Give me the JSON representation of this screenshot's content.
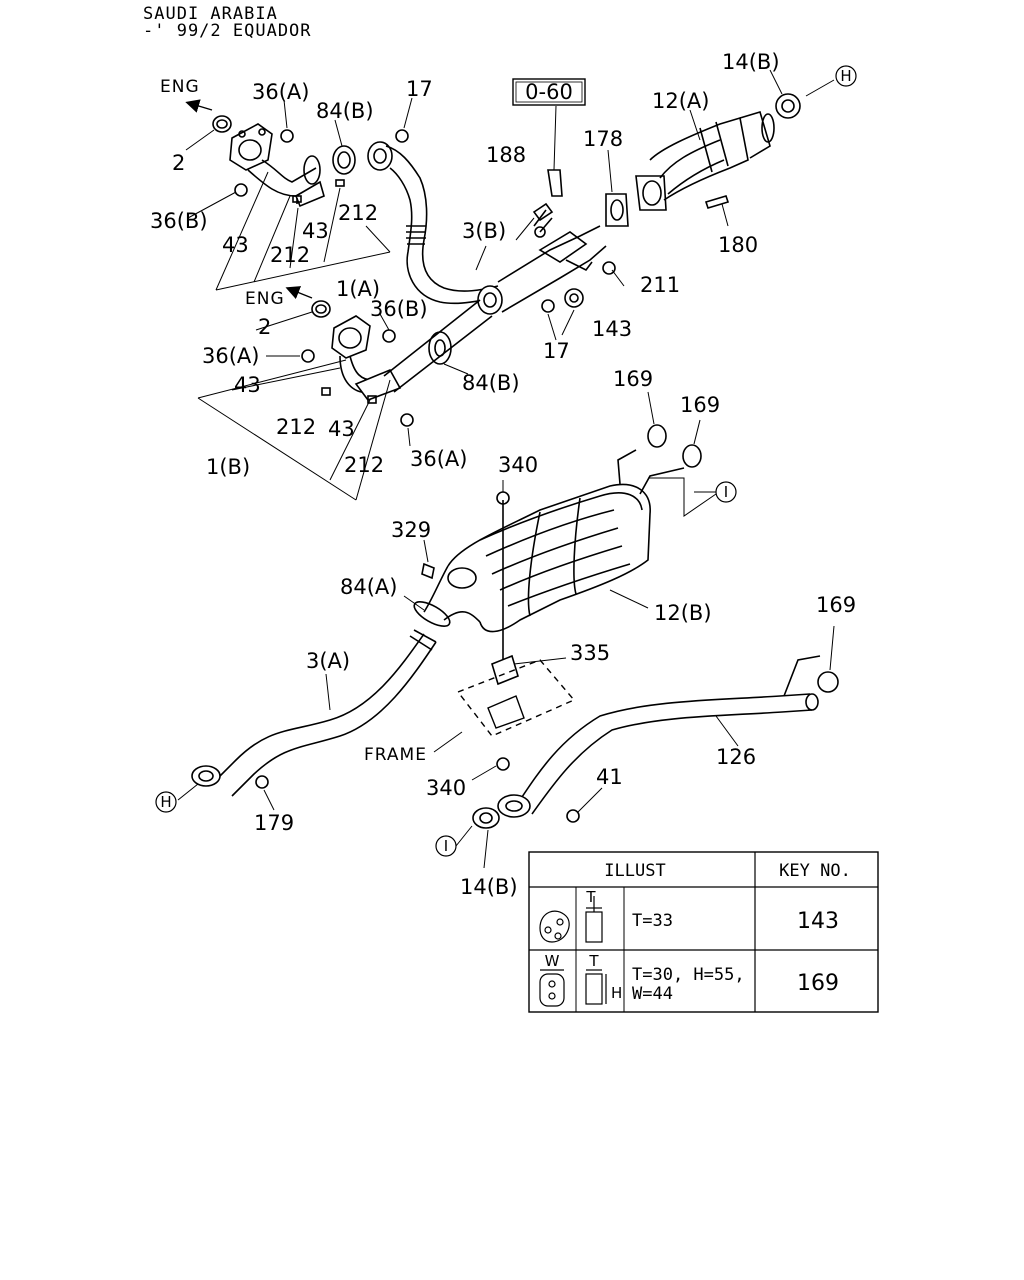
{
  "header": {
    "line1": "SAUDI ARABIA",
    "line2": "-' 99/2 EQUADOR"
  },
  "diagram": {
    "eng_label": "ENG",
    "frame_label": "FRAME",
    "box_label": "0-60",
    "connector_h": "H",
    "connector_i": "I",
    "labels": {
      "p2_upper": "2",
      "p2_lower": "2",
      "p36a_upper": "36(A)",
      "p36b_upper": "36(B)",
      "p43_upper_left": "43",
      "p43_upper_mid": "43",
      "p212_upper_a": "212",
      "p212_upper_b": "212",
      "p1a": "1(A)",
      "p84b_upper": "84(B)",
      "p17_upper": "17",
      "p188": "188",
      "p178": "178",
      "p12a": "12(A)",
      "p14b_upper": "14(B)",
      "p180": "180",
      "p3b": "3(B)",
      "p211": "211",
      "p143": "143",
      "p17_lower": "17",
      "p36b_lower": "36(B)",
      "p36a_lower_left": "36(A)",
      "p43_lower_left": "43",
      "p43_lower_mid": "43",
      "p212_lower_a": "212",
      "p212_lower_b": "212",
      "p1b": "1(B)",
      "p84b_lower": "84(B)",
      "p36a_lower_right": "36(A)",
      "p169_a": "169",
      "p169_b": "169",
      "p340_upper": "340",
      "p329": "329",
      "p84a": "84(A)",
      "p12b": "12(B)",
      "p335": "335",
      "p3a": "3(A)",
      "p340_lower": "340",
      "p179": "179",
      "p169_c": "169",
      "p126": "126",
      "p41": "41",
      "p14b_lower": "14(B)"
    }
  },
  "table": {
    "header_illust": "ILLUST",
    "header_key": "KEY NO.",
    "rows": [
      {
        "spec": "T=33",
        "key": "143"
      },
      {
        "spec_line1": "T=30, H=55,",
        "spec_line2": "W=44",
        "key": "169"
      }
    ],
    "dim_t": "T",
    "dim_w": "W",
    "dim_h": "H"
  }
}
